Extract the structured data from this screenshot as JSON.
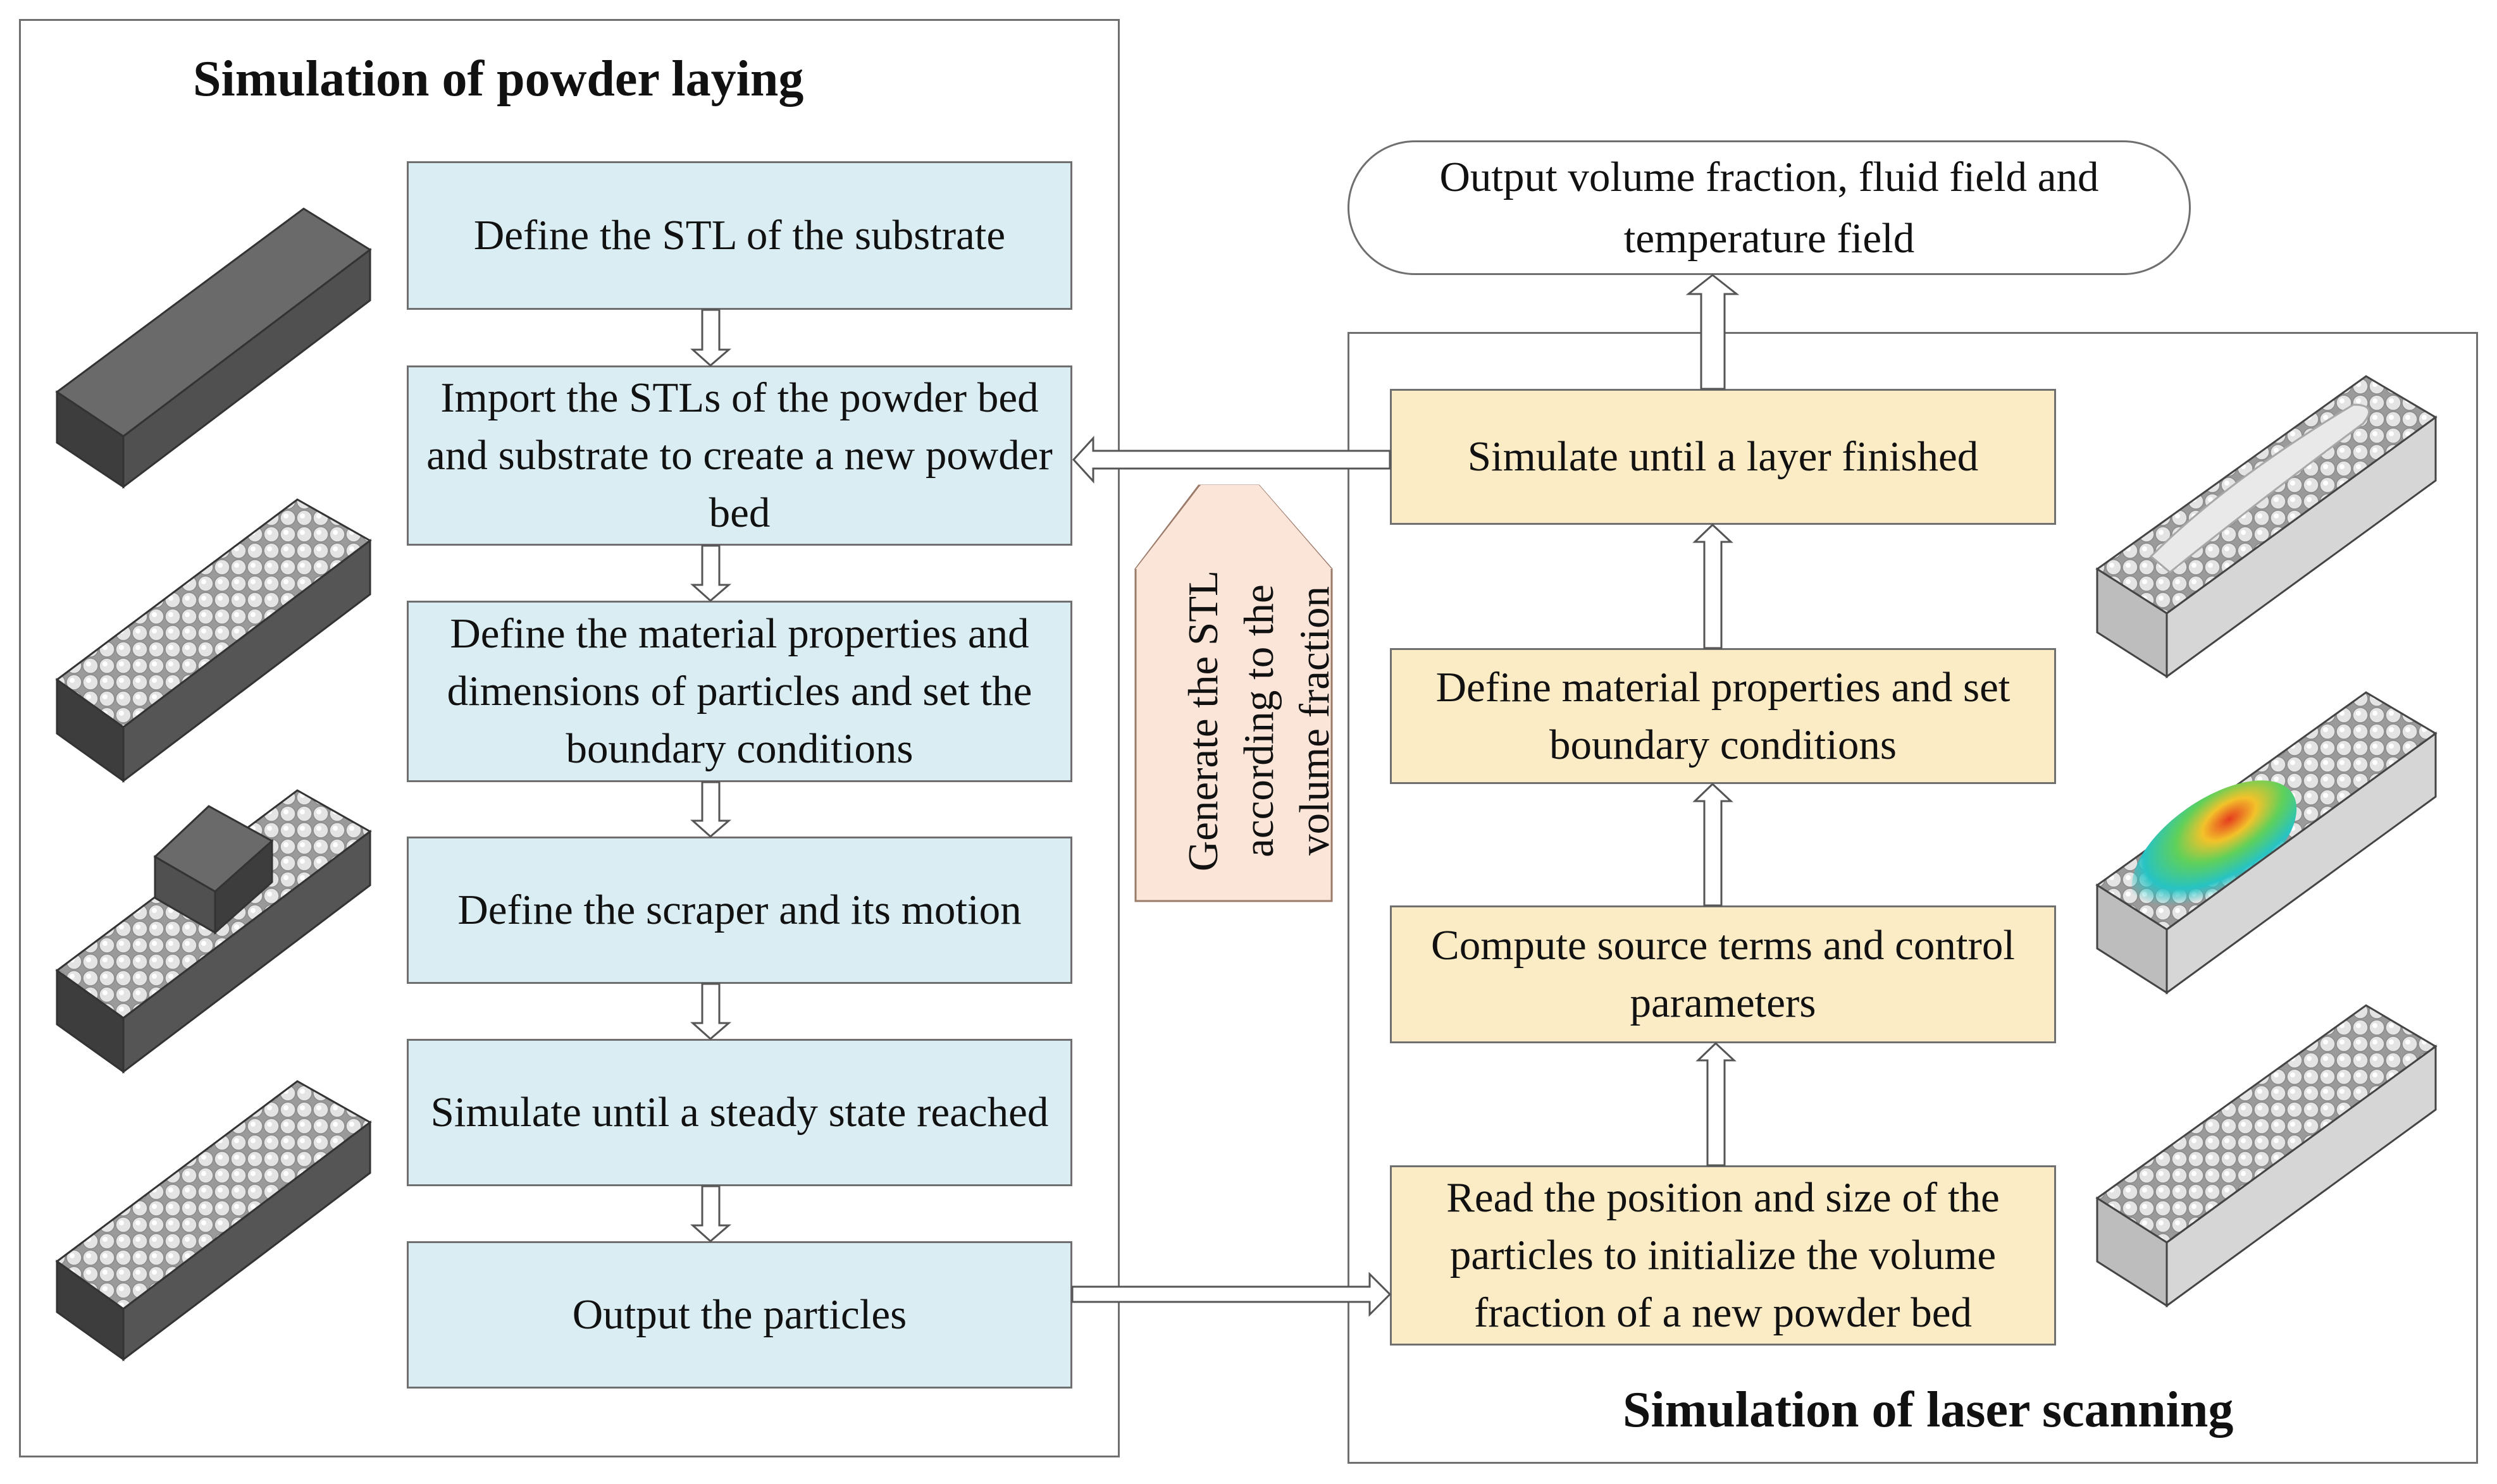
{
  "left_panel": {
    "title": "Simulation of powder laying",
    "steps": [
      "Define the STL of the substrate",
      "Import the STLs of the powder bed and substrate to create a new powder bed",
      "Define the material properties and dimensions of particles and set the boundary conditions",
      "Define the scraper and its motion",
      "Simulate until a steady state reached",
      "Output the particles"
    ]
  },
  "right_panel": {
    "title": "Simulation of laser scanning",
    "steps": [
      "Read the position and size of the particles to initialize the volume fraction of a new powder bed",
      "Compute source terms and control parameters",
      "Define material properties and set boundary conditions",
      "Simulate until a layer finished"
    ]
  },
  "output": "Output volume fraction, fluid field and temperature field",
  "generate_stl": "Generate the STL according to the volume fraction",
  "colors": {
    "left_box_fill": "#daedf2",
    "right_box_fill": "#fcecc5",
    "arrow_label_fill": "#fbe4d8",
    "block_dark": "#555555",
    "block_light": "#d9d9d9"
  }
}
